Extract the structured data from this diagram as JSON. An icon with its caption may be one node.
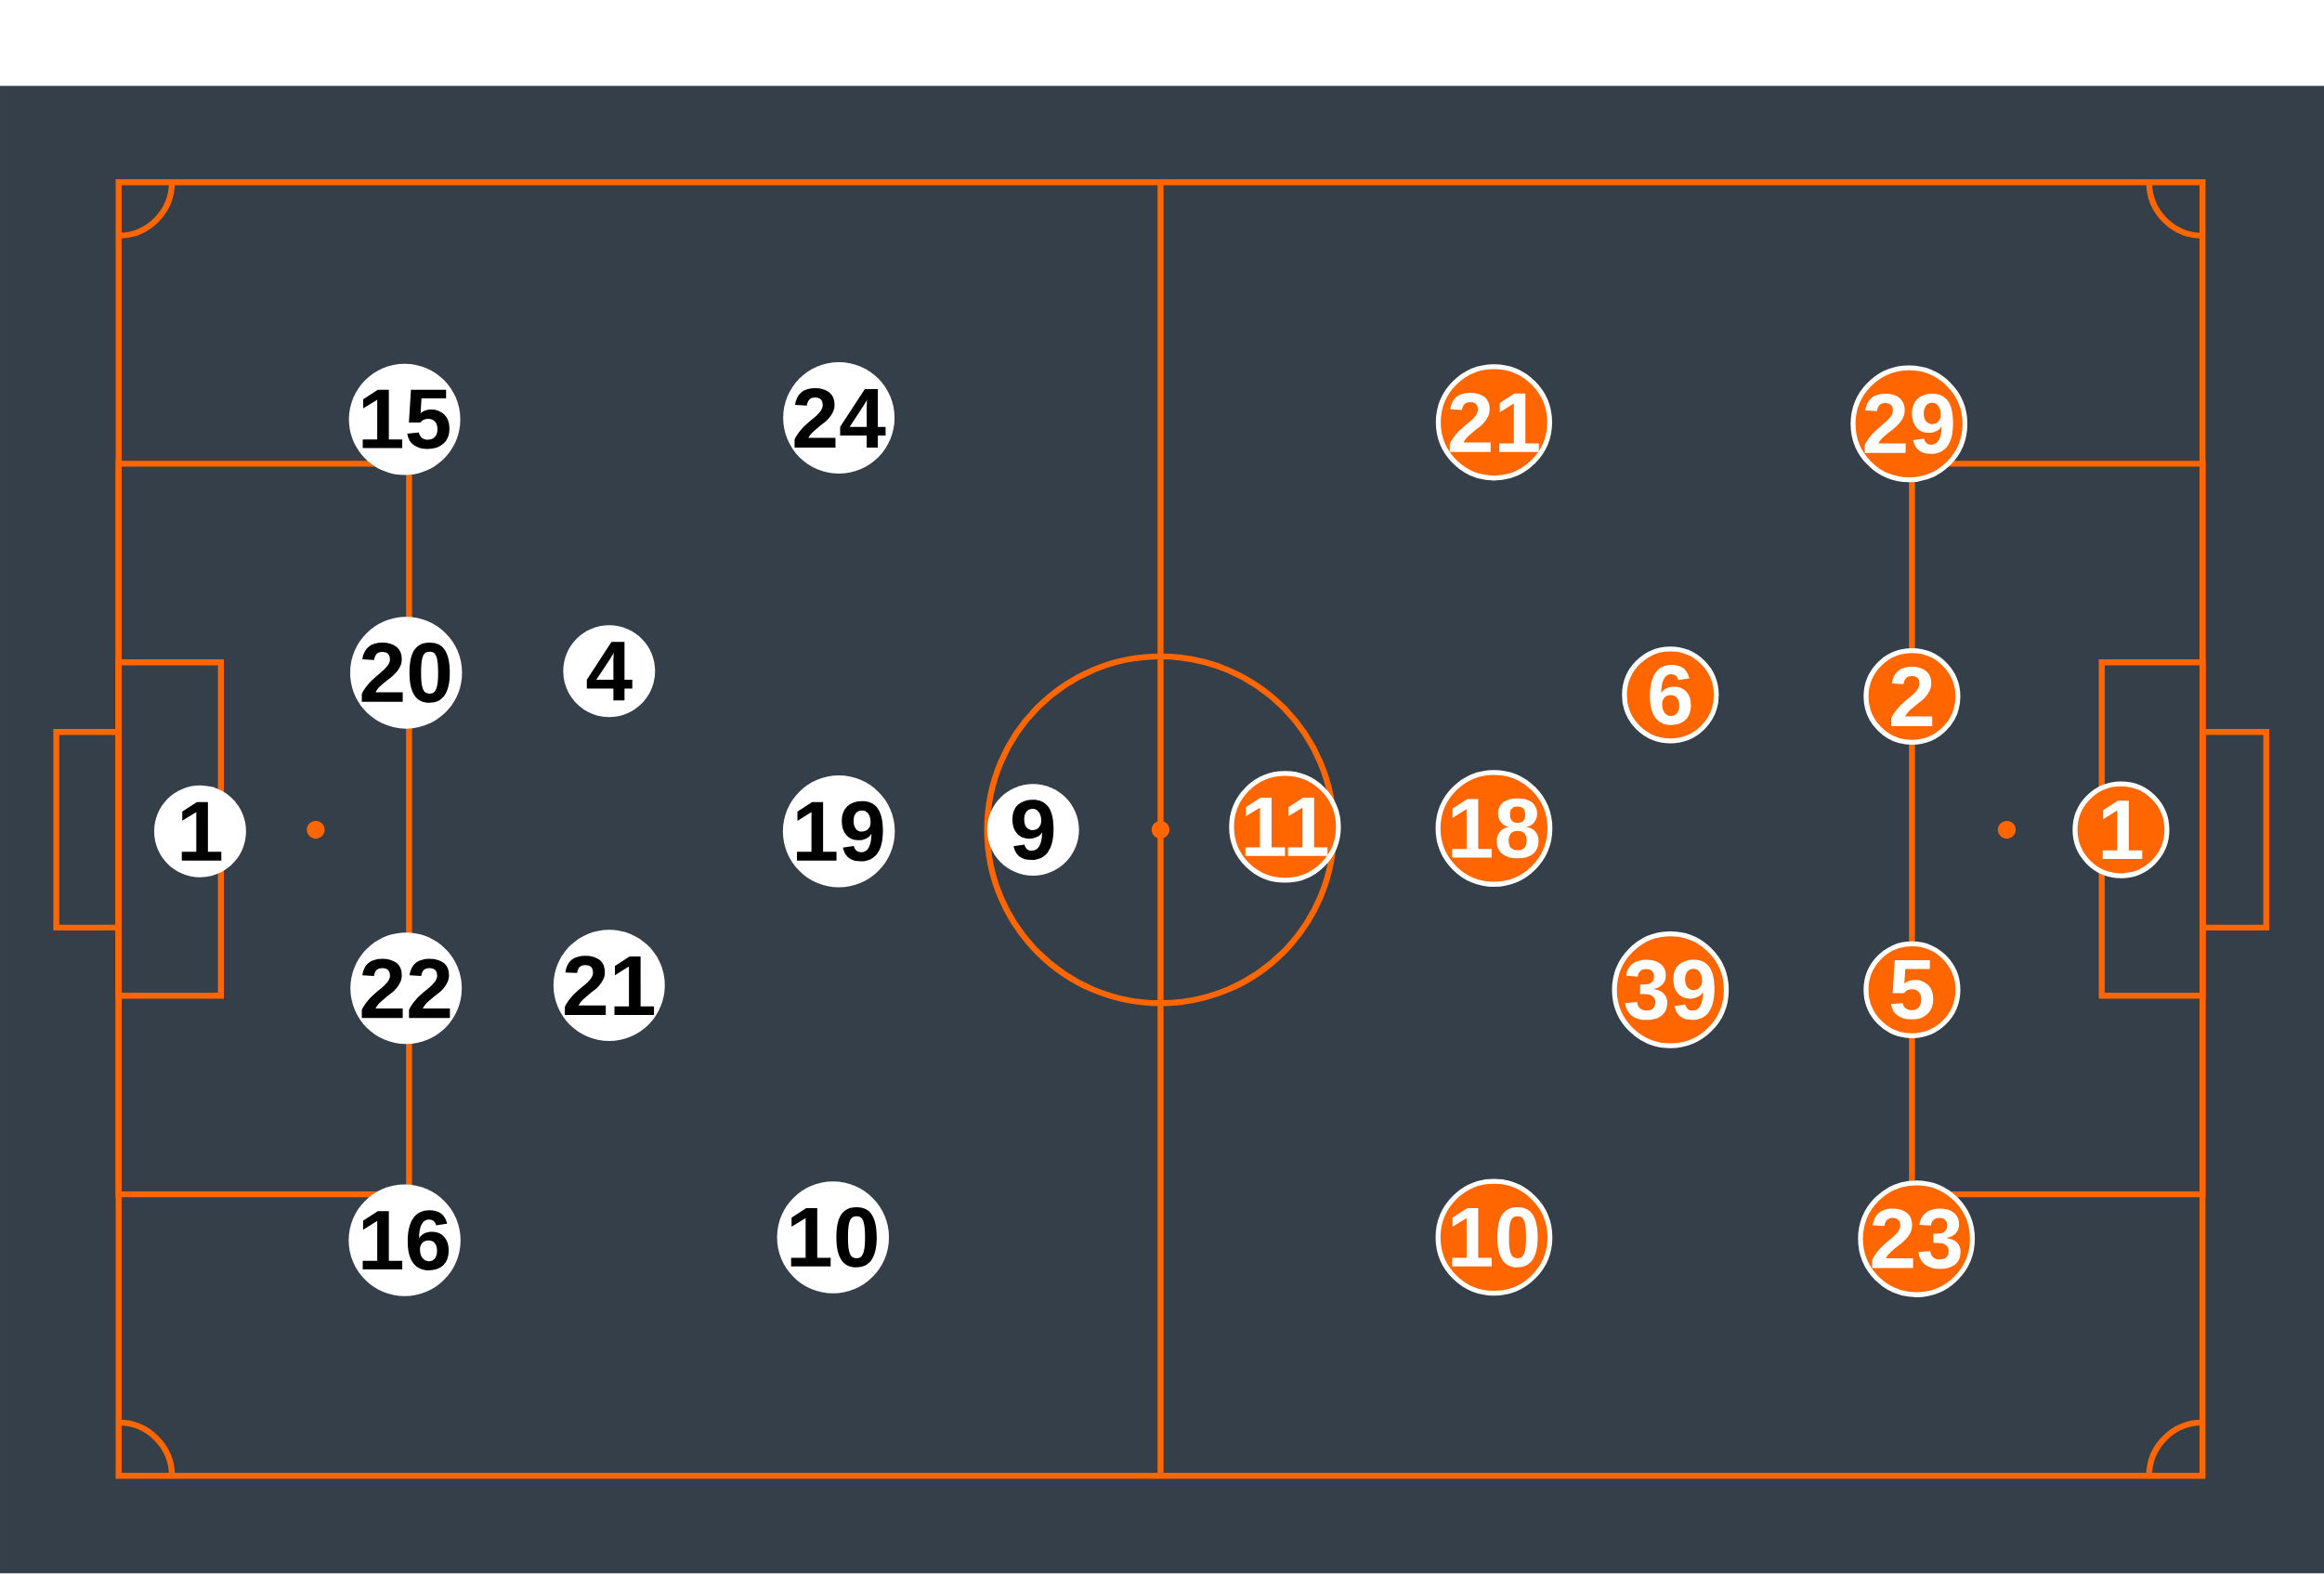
{
  "diagram": {
    "nodes": [
      {
        "text": [
          "1"
        ]
      },
      {
        "text": [
          "15"
        ]
      },
      {
        "text": [
          "20"
        ]
      },
      {
        "text": [
          "22"
        ]
      },
      {
        "text": [
          "16"
        ]
      },
      {
        "text": [
          "4"
        ]
      },
      {
        "text": [
          "21"
        ]
      },
      {
        "text": [
          "24"
        ]
      },
      {
        "text": [
          "19"
        ]
      },
      {
        "text": [
          "10"
        ]
      },
      {
        "text": [
          "9"
        ]
      },
      {
        "text": [
          "11"
        ]
      },
      {
        "text": [
          "21"
        ]
      },
      {
        "text": [
          "18"
        ]
      },
      {
        "text": [
          "10"
        ]
      },
      {
        "text": [
          "6"
        ]
      },
      {
        "text": [
          "39"
        ]
      },
      {
        "text": [
          "29"
        ]
      },
      {
        "text": [
          "2"
        ]
      },
      {
        "text": [
          "5"
        ]
      },
      {
        "text": [
          "23"
        ]
      },
      {
        "text": [
          "1"
        ]
      }
    ]
  }
}
